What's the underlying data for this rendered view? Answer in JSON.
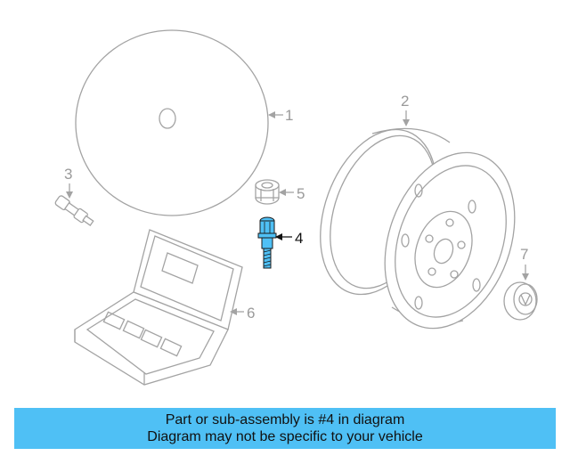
{
  "callouts": {
    "c1": "1",
    "c2": "2",
    "c3": "3",
    "c4": "4",
    "c5": "5",
    "c6": "6",
    "c7": "7"
  },
  "highlight_color": "#4fc0f5",
  "banner": {
    "line1": "Part or sub-assembly is #4 in diagram",
    "line2": "Diagram may not be specific to your vehicle"
  }
}
